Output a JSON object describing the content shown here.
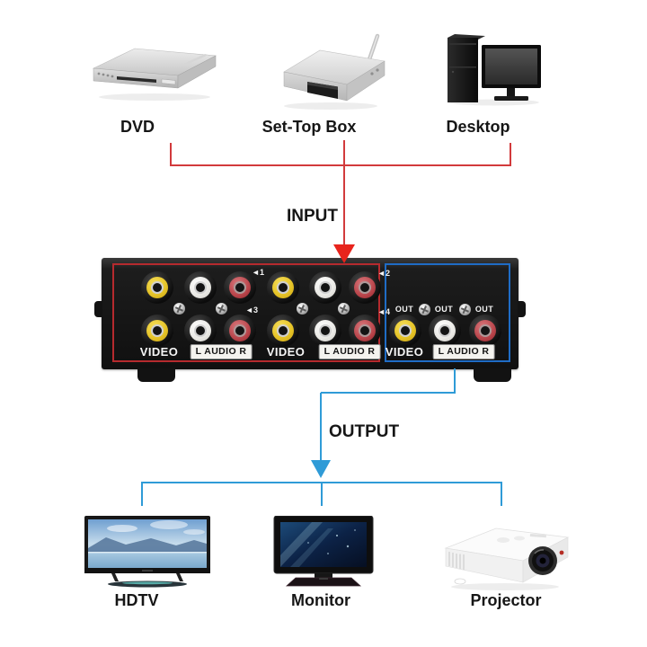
{
  "devices": {
    "inputs": [
      {
        "label": "DVD"
      },
      {
        "label": "Set-Top Box"
      },
      {
        "label": "Desktop"
      }
    ],
    "outputs": [
      {
        "label": "HDTV"
      },
      {
        "label": "Monitor"
      },
      {
        "label": "Projector"
      }
    ]
  },
  "flow": {
    "input_label": "INPUT",
    "output_label": "OUTPUT"
  },
  "switcher": {
    "channel_markers": [
      "◄1",
      "◄2",
      "◄3",
      "◄4"
    ],
    "out_labels": [
      "OUT",
      "OUT",
      "OUT"
    ],
    "video_labels": [
      "VIDEO",
      "VIDEO",
      "VIDEO"
    ],
    "audio_labels": [
      "L AUDIO R",
      "L AUDIO R",
      "L AUDIO R"
    ]
  },
  "colors": {
    "input_section_border_red": "#b62a2e",
    "output_section_border_blue": "#1f6cc5",
    "input_line_red": "#d23a3c",
    "input_arrow_red": "#e8241c",
    "output_line_blue": "#2f9bd7",
    "rca_yellow": "#e6c428",
    "rca_white": "#eceae6",
    "rca_red": "#b8444a",
    "chassis_black": "#161616"
  }
}
